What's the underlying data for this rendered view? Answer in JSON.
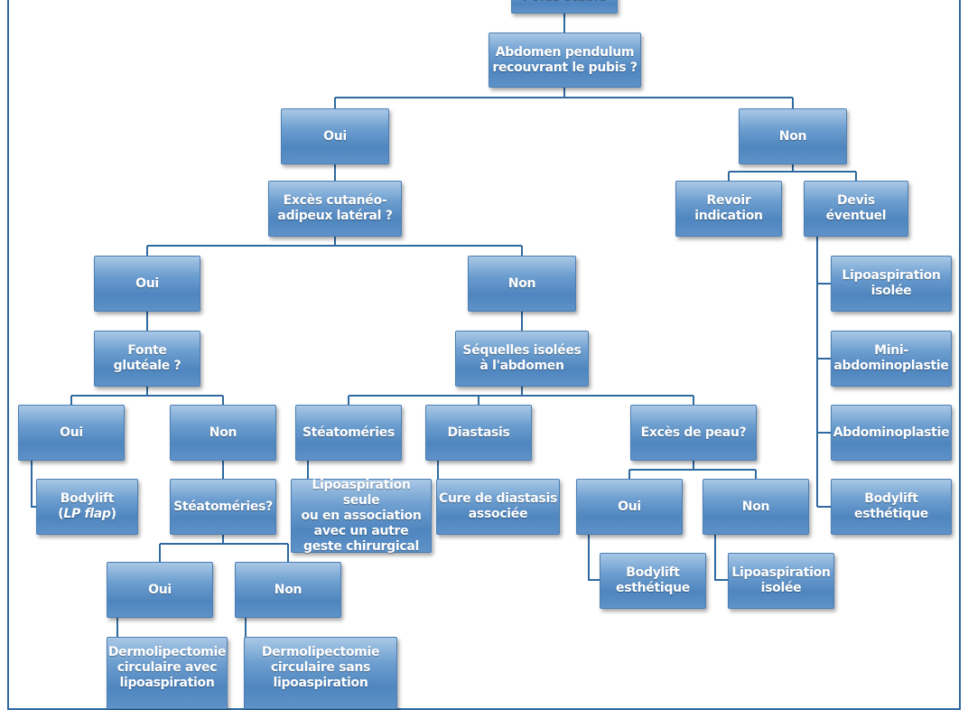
{
  "nodes": {
    "poids": "Poids stable",
    "abdomen": "Abdomen pendulum\nrecouvrant le pubis ?",
    "oui1": "Oui",
    "non1": "Non",
    "exces_lateral": "Excès cutanéo-\nadipeux latéral ?",
    "revoir": "Revoir\nindication",
    "devis": "Devis\néventuel",
    "oui2": "Oui",
    "non2": "Non",
    "lipo_isolee_r": "Lipoaspiration\nisolée",
    "fonte": "Fonte\nglutéale ?",
    "sequelles": "Séquelles isolées\nà l'abdomen",
    "mini": "Mini-\nabdominoplastie",
    "oui3": "Oui",
    "non3": "Non",
    "steatomeries": "Stéatoméries",
    "diastasis": "Diastasis",
    "exces_peau": "Excès de peau?",
    "abdominoplastie": "Abdominoplastie",
    "bodylift_lp_line1": "Bodylift",
    "bodylift_lp_open": "(",
    "bodylift_lp_italic": "LP flap",
    "bodylift_lp_close": ")",
    "steatomeries_q": "Stéatoméries?",
    "lipo_seule": "Lipoaspiration seule\nou en association\navec un autre\ngeste chirurgical",
    "cure": "Cure de diastasis\nassociée",
    "oui4": "Oui",
    "non4": "Non",
    "bodylift_esth_r": "Bodylift\nesthétique",
    "oui5": "Oui",
    "non5": "Non",
    "bodylift_esth": "Bodylift\nesthétique",
    "lipo_isolee": "Lipoaspiration\nisolée",
    "dermo_avec": "Dermolipectomie\ncirculaire avec\nlipoaspiration",
    "dermo_sans": "Dermolipectomie\ncirculaire sans\nlipoaspiration"
  },
  "colors": {
    "connector": "#2f6aa0",
    "box": "#5b8fc6"
  }
}
